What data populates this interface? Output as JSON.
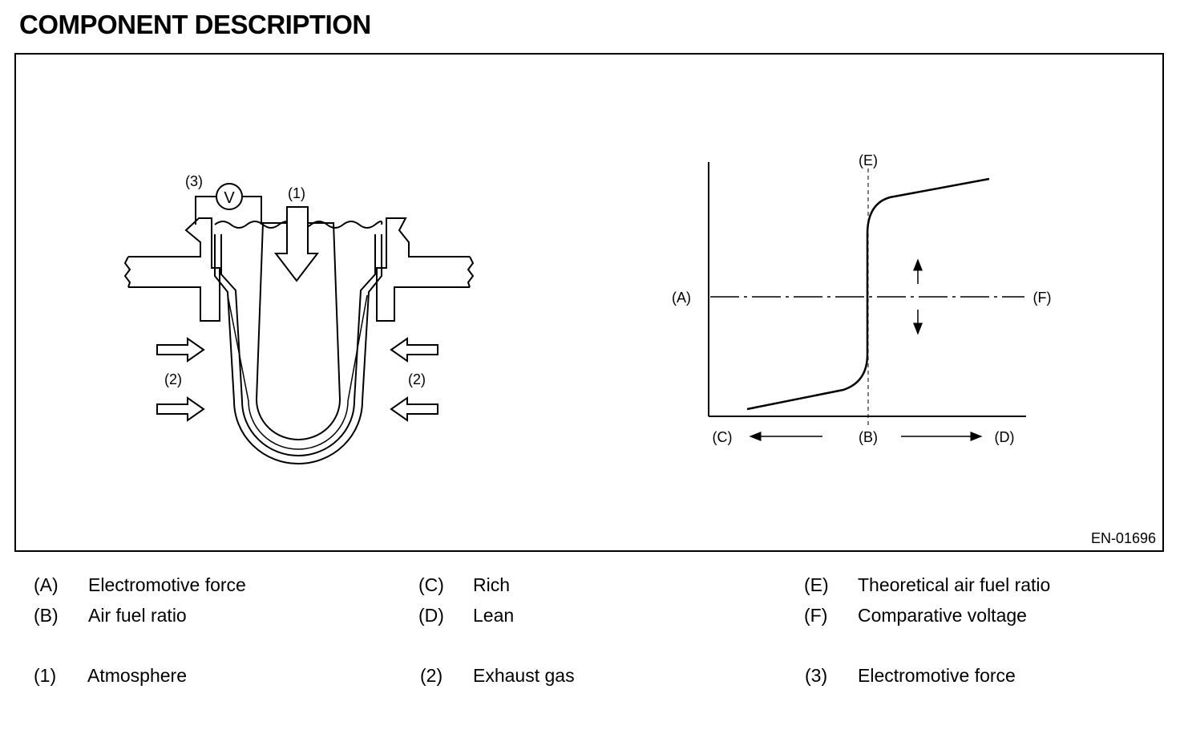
{
  "header": {
    "title": "COMPONENT DESCRIPTION"
  },
  "figure": {
    "id": "EN-01696",
    "sensor_labels": {
      "atmosphere": "(1)",
      "exhaust_left": "(2)",
      "exhaust_right": "(2)",
      "voltmeter_callout": "(3)",
      "voltmeter_symbol": "V"
    },
    "graph_labels": {
      "y_axis": "(A)",
      "theoretical": "(E)",
      "comparative": "(F)",
      "rich": "(C)",
      "air_fuel": "(B)",
      "lean": "(D)"
    }
  },
  "legend": {
    "letters": [
      {
        "key": "(A)",
        "text": "Electromotive force"
      },
      {
        "key": "(B)",
        "text": "Air fuel ratio"
      },
      {
        "key": "(C)",
        "text": "Rich"
      },
      {
        "key": "(D)",
        "text": "Lean"
      },
      {
        "key": "(E)",
        "text": "Theoretical air fuel ratio"
      },
      {
        "key": "(F)",
        "text": "Comparative voltage"
      }
    ],
    "numbers": [
      {
        "key": "(1)",
        "text": "Atmosphere"
      },
      {
        "key": "(2)",
        "text": "Exhaust gas"
      },
      {
        "key": "(3)",
        "text": "Electromotive force"
      }
    ]
  }
}
